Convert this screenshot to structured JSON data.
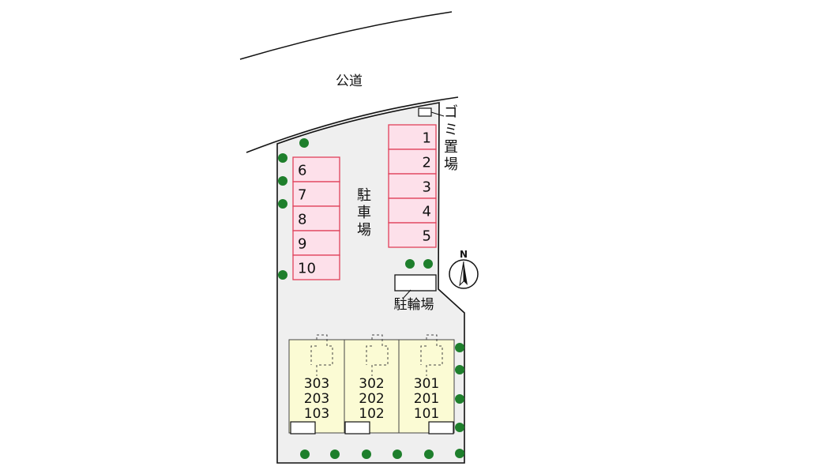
{
  "road": {
    "label": "公道"
  },
  "garbage": {
    "label": "ゴミ置場"
  },
  "parking": {
    "label": "駐車場",
    "right_stalls": [
      "1",
      "2",
      "3",
      "4",
      "5"
    ],
    "left_stalls": [
      "6",
      "7",
      "8",
      "9",
      "10"
    ]
  },
  "bicycle_parking": {
    "label": "駐輪場"
  },
  "compass": {
    "label": "N"
  },
  "buildings": [
    {
      "floors": [
        "303",
        "203",
        "103"
      ]
    },
    {
      "floors": [
        "302",
        "202",
        "102"
      ]
    },
    {
      "floors": [
        "301",
        "201",
        "101"
      ]
    }
  ],
  "colors": {
    "stall_fill": "#fde0ea",
    "stall_stroke": "#e0405a",
    "building_fill": "#fbfbd4",
    "lot_fill": "#efefef",
    "tree": "#1e7f2c"
  }
}
